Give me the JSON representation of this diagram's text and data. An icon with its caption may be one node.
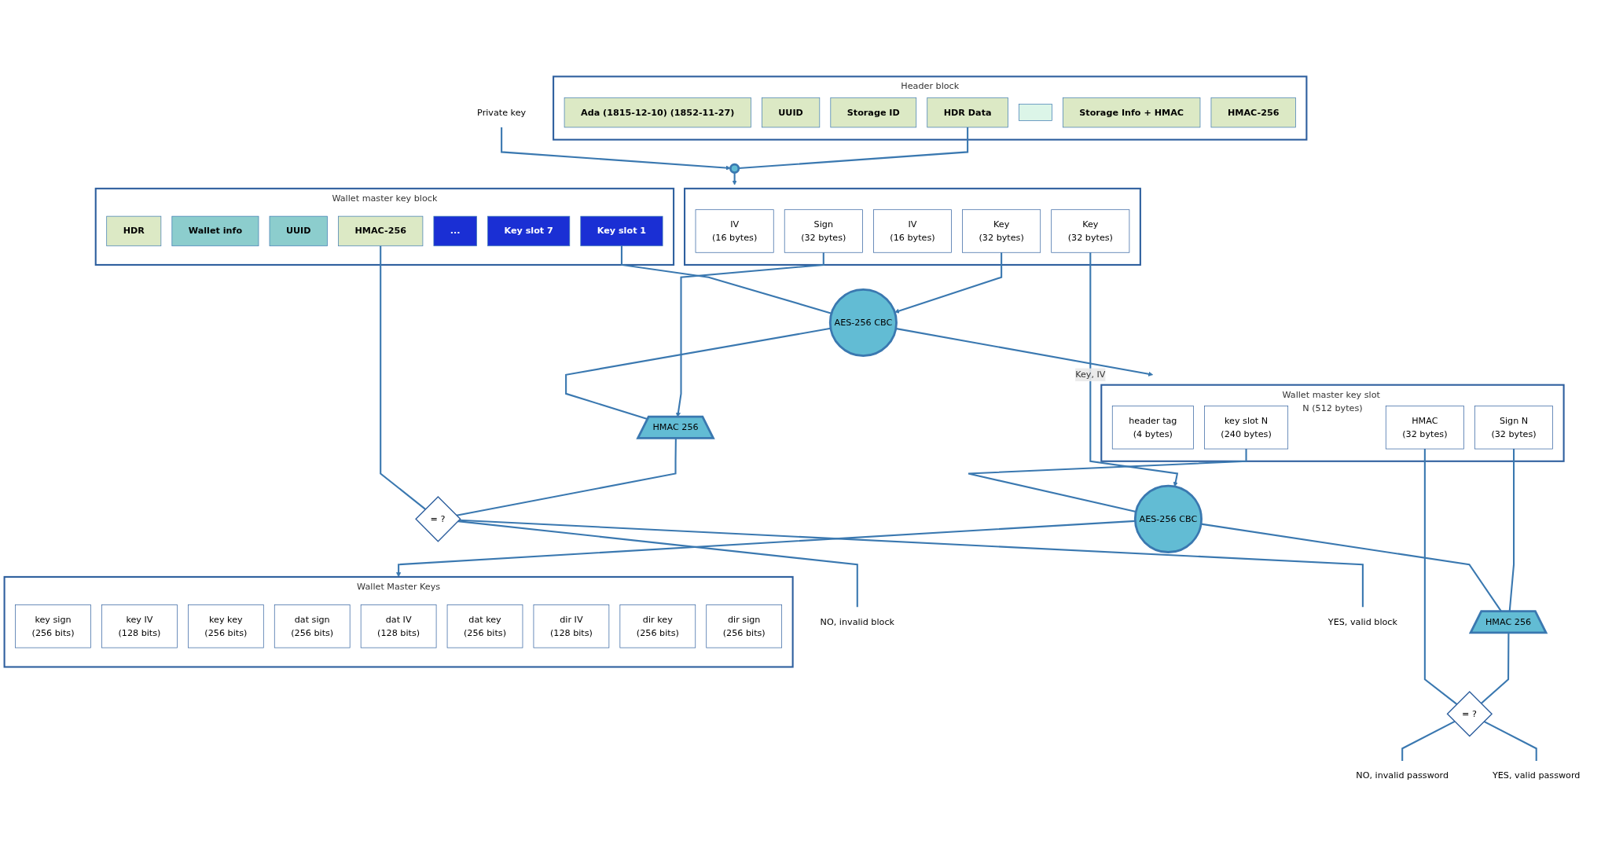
{
  "diagram": {
    "nodes": [
      {
        "text": [
          "Header block"
        ]
      },
      {
        "text": [
          "Ada (1815-12-10) (1852-11-27)"
        ],
        "in": 0
      },
      {
        "text": [
          "UUID"
        ],
        "in": 0
      },
      {
        "text": [
          "Storage ID"
        ],
        "in": 0
      },
      {
        "text": [
          "HDR Data"
        ],
        "in": 0
      },
      {
        "text": [],
        "shape": "box",
        "in": 0
      },
      {
        "text": [
          "Storage Info + HMAC"
        ],
        "in": 0
      },
      {
        "text": [
          "HMAC-256"
        ],
        "in": 0
      },
      {
        "text": [
          "Private key"
        ]
      },
      {
        "text": [],
        "shape": "circle"
      },
      {
        "text": [],
        "shape": "box"
      },
      {
        "text": [
          "IV",
          "(16 bytes)"
        ],
        "in": 10
      },
      {
        "text": [
          "Key",
          "(32 bytes)"
        ],
        "in": 10
      },
      {
        "text": [
          "IV",
          "(16 bytes)"
        ],
        "in": 10
      },
      {
        "text": [
          "Key",
          "(32 bytes)"
        ],
        "in": 10
      },
      {
        "text": [
          "Sign",
          "(32 bytes)"
        ],
        "in": 10
      },
      {
        "text": [
          "Wallet master key block"
        ]
      },
      {
        "text": [
          "HDR"
        ],
        "in": 16
      },
      {
        "text": [
          "Wallet info"
        ],
        "in": 16
      },
      {
        "text": [
          "UUID"
        ],
        "in": 16
      },
      {
        "text": [
          "Key slot 1"
        ],
        "in": 16
      },
      {
        "text": [
          "..."
        ],
        "in": 16
      },
      {
        "text": [
          "Key slot 7"
        ],
        "in": 16
      },
      {
        "text": [
          "HMAC-256"
        ],
        "in": 16
      },
      {
        "text": [
          "AES-256 CBC"
        ]
      },
      {
        "text": [
          "HMAC 256"
        ]
      },
      {
        "text": [
          "= ?"
        ]
      },
      {
        "text": [
          "NO, invalid block"
        ]
      },
      {
        "text": [
          "YES, valid block"
        ]
      },
      {
        "text": [
          "Wallet master key slot N (512 bytes)"
        ]
      },
      {
        "text": [
          "header tag",
          "(4 bytes)"
        ],
        "in": 29
      },
      {
        "text": [
          "key slot N",
          "(240 bytes)"
        ],
        "in": 29
      },
      {
        "text": [
          "Sign N",
          "(32 bytes)"
        ],
        "in": 29
      },
      {
        "text": [
          "HMAC",
          "(32 bytes)"
        ],
        "in": 29
      },
      {
        "text": [
          "AES-256 CBC"
        ]
      },
      {
        "text": [
          "HMAC 256"
        ]
      },
      {
        "text": [
          "= ?"
        ]
      },
      {
        "text": [
          "NO, invalid password"
        ]
      },
      {
        "text": [
          "YES, valid password"
        ]
      },
      {
        "text": [
          "Wallet Master Keys"
        ]
      },
      {
        "text": [
          "key sign",
          "(256 bits)"
        ],
        "in": 39
      },
      {
        "text": [
          "key IV",
          "(128 bits)"
        ],
        "in": 39
      },
      {
        "text": [
          "key key",
          "(256 bits)"
        ],
        "in": 39
      },
      {
        "text": [
          "dat sign",
          "(256 bits)"
        ],
        "in": 39
      },
      {
        "text": [
          "dat IV",
          "(128 bits)"
        ],
        "in": 39
      },
      {
        "text": [
          "dat key",
          "(256 bits)"
        ],
        "in": 39
      },
      {
        "text": [
          "dir IV",
          "(128 bits)"
        ],
        "in": 39
      },
      {
        "text": [
          "dir key",
          "(256 bits)"
        ],
        "in": 39
      },
      {
        "text": [
          "dir sign",
          "(256 bits)"
        ],
        "in": 39
      }
    ],
    "edges": [
      {
        "from": 4,
        "to": 9,
        "arrow": "none"
      },
      {
        "from": 8,
        "to": 9,
        "arrow": "to"
      },
      {
        "from": 9,
        "to": 10,
        "arrow": "to"
      },
      {
        "from": 15,
        "to": 25,
        "arrow": "to"
      },
      {
        "from": 14,
        "to": 24,
        "arrow": "to"
      },
      {
        "from": 20,
        "to": 24,
        "arrow": "none"
      },
      {
        "from": 24,
        "to": 25,
        "arrow": "none"
      },
      {
        "from": 25,
        "to": 26,
        "arrow": "none"
      },
      {
        "from": 23,
        "to": 26,
        "arrow": "none"
      },
      {
        "from": 26,
        "to": 27,
        "arrow": "none"
      },
      {
        "from": 26,
        "to": 28,
        "arrow": "none"
      },
      {
        "from": 24,
        "to": 29,
        "arrow": "to"
      },
      {
        "from": 12,
        "to": 34,
        "arrow": "to",
        "label": "Key, IV"
      },
      {
        "from": 31,
        "to": 34,
        "arrow": "none"
      },
      {
        "from": 32,
        "to": 35,
        "arrow": "none"
      },
      {
        "from": 34,
        "to": 35,
        "arrow": "none"
      },
      {
        "from": 35,
        "to": 36,
        "arrow": "none"
      },
      {
        "from": 33,
        "to": 36,
        "arrow": "none"
      },
      {
        "from": 36,
        "to": 37,
        "arrow": "none"
      },
      {
        "from": 36,
        "to": 38,
        "arrow": "none"
      },
      {
        "from": 34,
        "to": 39,
        "arrow": "to"
      }
    ]
  }
}
